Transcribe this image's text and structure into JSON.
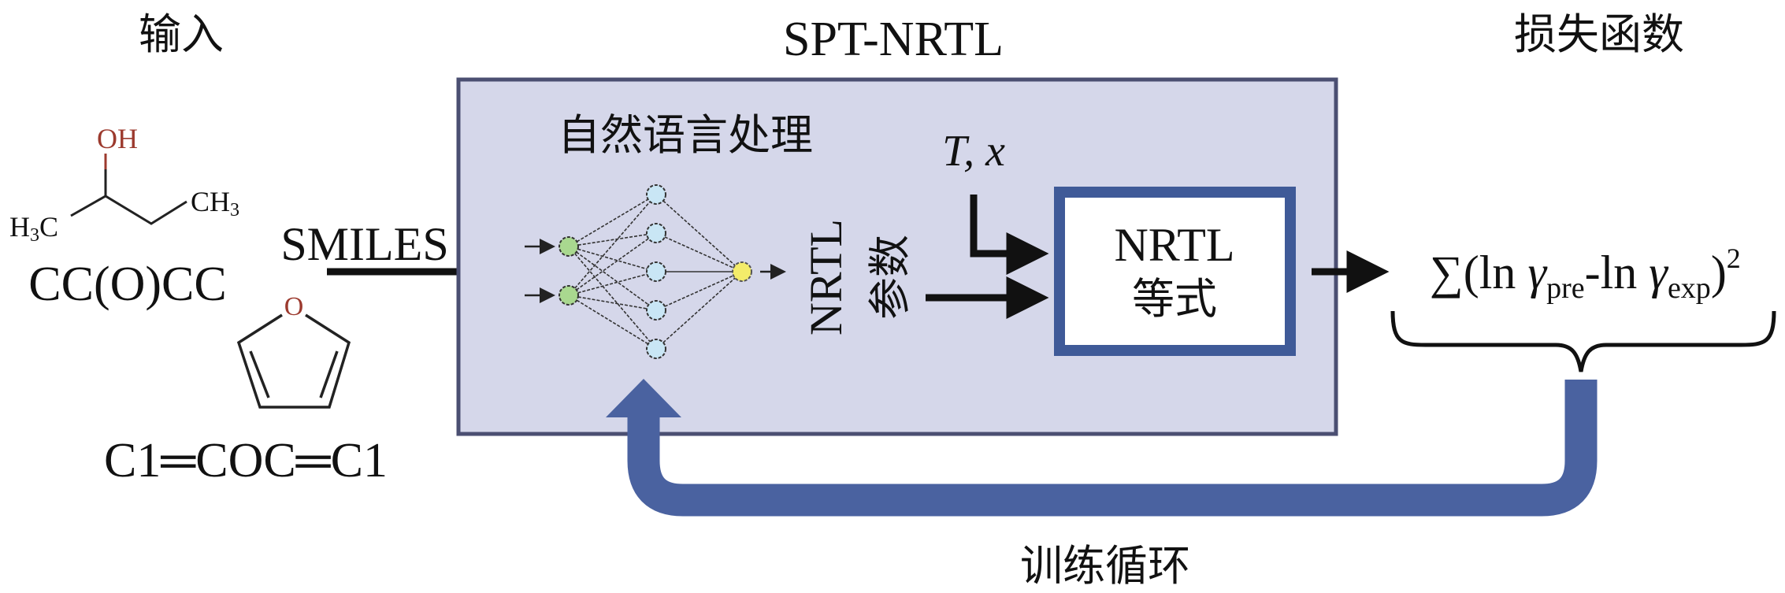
{
  "headers": {
    "input": "输入",
    "model": "SPT-NRTL",
    "loss": "损失函数"
  },
  "inputs": {
    "molecule1": {
      "hydroxyl_label": "OH",
      "left_methyl": "H₃C",
      "right_methyl": "CH₃",
      "smiles": "CC(O)CC"
    },
    "molecule2": {
      "ring_oxygen": "O",
      "smiles": "C1═COC═C1"
    },
    "smiles_arrow_label": "SMILES"
  },
  "model_box": {
    "nlp_label": "自然语言处理",
    "nrtl_params_line1": "NRTL",
    "nrtl_params_line2": "参数",
    "conditions_label": "T, x",
    "equation_box_line1": "NRTL",
    "equation_box_line2": "等式",
    "neural_network": {
      "input_nodes": 2,
      "hidden_nodes": 5,
      "output_nodes": 1,
      "colors": {
        "input": "#a9d88f",
        "hidden": "#c9e6f5",
        "output": "#f4ec6a"
      }
    }
  },
  "loss": {
    "sum_symbol": "∑",
    "open": "(ln ",
    "gamma1": "γ",
    "sub1": "pre",
    "minus": "-ln ",
    "gamma2": "γ",
    "sub2": "exp",
    "close": ")",
    "power": "2"
  },
  "feedback": {
    "label": "训练循环"
  },
  "colors": {
    "box_fill": "#d5d7ea",
    "box_border": "#4b4f72",
    "accent_blue": "#4a62a0",
    "hydroxyl_red": "#9c3a2e",
    "text": "#111111"
  }
}
